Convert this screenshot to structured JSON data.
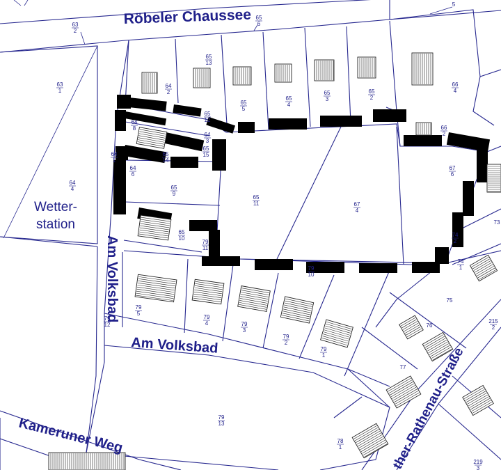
{
  "streets": {
    "roebeler": "Röbeler Chaussee",
    "volksbad_h": "Am Volksbad",
    "volksbad_v": "Am Volksbad",
    "kameruner": "Kameruner Weg",
    "rathenau": "ther-Rathenau-Straße"
  },
  "areas": {
    "wetter_line1": "Wetter-",
    "wetter_line2": "station"
  },
  "parcels": [
    {
      "id": "p-5",
      "top": "5",
      "bottom": ""
    },
    {
      "id": "p-63-2",
      "top": "63",
      "bottom": "2"
    },
    {
      "id": "p-65-6",
      "top": "65",
      "bottom": "6"
    },
    {
      "id": "p-63-1",
      "top": "63",
      "bottom": "1"
    },
    {
      "id": "p-64-2",
      "top": "64",
      "bottom": "2"
    },
    {
      "id": "p-65-13",
      "top": "65",
      "bottom": "13"
    },
    {
      "id": "p-66-4",
      "top": "66",
      "bottom": "4"
    },
    {
      "id": "p-65-5",
      "top": "65",
      "bottom": "5"
    },
    {
      "id": "p-65-4",
      "top": "65",
      "bottom": "4"
    },
    {
      "id": "p-65-3",
      "top": "65",
      "bottom": "3"
    },
    {
      "id": "p-65-2",
      "top": "65",
      "bottom": "2"
    },
    {
      "id": "p-65-12",
      "top": "65",
      "bottom": "12"
    },
    {
      "id": "p-64-8",
      "top": "64",
      "bottom": "8"
    },
    {
      "id": "p-64-3",
      "top": "64",
      "bottom": "3"
    },
    {
      "id": "p-65-15",
      "top": "65",
      "bottom": "15"
    },
    {
      "id": "p-66-2",
      "top": "66",
      "bottom": "2"
    },
    {
      "id": "p-64-1",
      "top": "64",
      "bottom": "1"
    },
    {
      "id": "p-65-14",
      "top": "65",
      "bottom": "14"
    },
    {
      "id": "p-64-6",
      "top": "64",
      "bottom": "6"
    },
    {
      "id": "p-64-4",
      "top": "64",
      "bottom": "4"
    },
    {
      "id": "p-65-9",
      "top": "65",
      "bottom": "9"
    },
    {
      "id": "p-67-6",
      "top": "67",
      "bottom": "6"
    },
    {
      "id": "p-65-11",
      "top": "65",
      "bottom": "11"
    },
    {
      "id": "p-67-4",
      "top": "67",
      "bottom": "4"
    },
    {
      "id": "p-65-10",
      "top": "65",
      "bottom": "10"
    },
    {
      "id": "p-79-11",
      "top": "79",
      "bottom": "11"
    },
    {
      "id": "p-74-2",
      "top": "74",
      "bottom": "2"
    },
    {
      "id": "p-73",
      "top": "73",
      "bottom": ""
    },
    {
      "id": "p-74-1",
      "top": "74",
      "bottom": "1"
    },
    {
      "id": "p-79-10",
      "top": "79",
      "bottom": "10"
    },
    {
      "id": "p-75",
      "top": "75",
      "bottom": ""
    },
    {
      "id": "p-79-5",
      "top": "79",
      "bottom": "5"
    },
    {
      "id": "p-79-12",
      "top": "79",
      "bottom": "12"
    },
    {
      "id": "p-79-4",
      "top": "79",
      "bottom": "4"
    },
    {
      "id": "p-79-3",
      "top": "79",
      "bottom": "3"
    },
    {
      "id": "p-215-2",
      "top": "215",
      "bottom": "2"
    },
    {
      "id": "p-76",
      "top": "76",
      "bottom": ""
    },
    {
      "id": "p-79-2",
      "top": "79",
      "bottom": "2"
    },
    {
      "id": "p-79-1",
      "top": "79",
      "bottom": "1"
    },
    {
      "id": "p-77",
      "top": "77",
      "bottom": ""
    },
    {
      "id": "p-79-13",
      "top": "79",
      "bottom": "13"
    },
    {
      "id": "p-78-1",
      "top": "78",
      "bottom": "1"
    },
    {
      "id": "p-219-3",
      "top": "219",
      "bottom": "3"
    }
  ]
}
